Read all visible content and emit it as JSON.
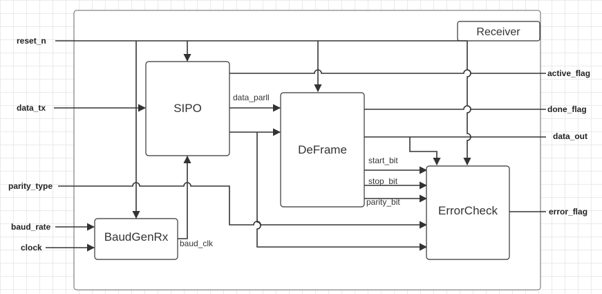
{
  "title": "Receiver",
  "blocks": {
    "sipo": "SIPO",
    "deframe": "DeFrame",
    "errorcheck": "ErrorCheck",
    "baudgen": "BaudGenRx"
  },
  "inputs": {
    "reset_n": "reset_n",
    "data_tx": "data_tx",
    "parity_type": "parity_type",
    "baud_rate": "baud_rate",
    "clock": "clock"
  },
  "outputs": {
    "active_flag": "active_flag",
    "done_flag": "done_flag",
    "data_out": "data_out",
    "error_flag": "error_flag"
  },
  "signals": {
    "data_parll": "data_parll",
    "start_bit": "start_bit",
    "stop_bit": "stop_bit",
    "parity_bit": "parity_bit",
    "baud_clk": "baud_clk"
  },
  "colors": {
    "line": "#333333",
    "grid": "#eaeaea",
    "border": "#666666"
  }
}
